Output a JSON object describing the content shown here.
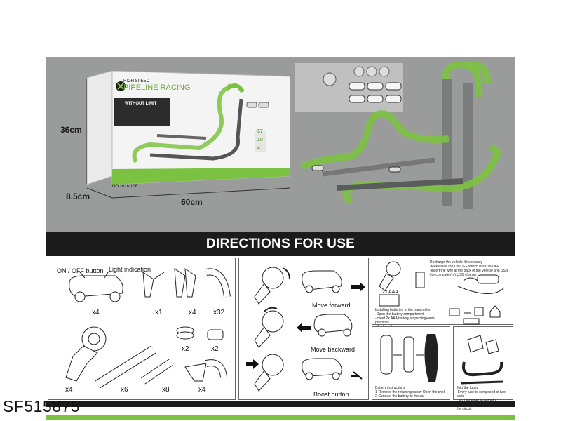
{
  "dimensions": {
    "height": "36cm",
    "depth": "8.5cm",
    "width": "60cm"
  },
  "box": {
    "brand_top": "HIGH SPEED",
    "brand_main_1": "PIPELINE",
    "brand_main_2": "RACING",
    "tagline": "WITHOUT LIMIT",
    "model": "NO.2618-106",
    "count_57": "57",
    "count_10": "10",
    "count_4": "4"
  },
  "directions": {
    "title": "DIRECTIONS FOR USE",
    "parts": {
      "on_off_label": "ON / OFF button",
      "light_label": "Light indication",
      "car_qty": "x4",
      "clip_qty": "x1",
      "connector_qty": "x4",
      "curve_qty": "x32",
      "ring_qty": "x2",
      "cap_qty": "x2",
      "remote_qty": "x4",
      "tube_long_qty": "x6",
      "tube_short_qty": "x8",
      "funnel_qty": "x4"
    },
    "controls": {
      "forward": "Move forward",
      "backward": "Move backward",
      "boost": "Boost button"
    },
    "battery": {
      "aaa": "2x AAA",
      "install_text": "Installing batteries in the transmitter\n-Open the battery compartment\n-Insert 2x AAA battery,respecting+and-polarities\n-Replace the cover",
      "recharge_text": "Recharge the vehicle if necessary\n-Make sure the ON/OFF switch is set to OFF\n-Insert the wire at the back of the vehicle and USB the computer(or) USB charger",
      "instructions_text": "Battery instructions\n1-Remove the retaining screw Open the shell\n2-Connect the battery to the car"
    },
    "tubes": {
      "join_text": "Join the tubes\n-Every tube is composed of two parts\n Clip it together to gather it\n-Once your tubes assembled build the circuit"
    }
  },
  "product_code": "SF515875",
  "colors": {
    "accent_green": "#7cc242",
    "header_black": "#1b1b1b",
    "photo_gray": "#9a9c9b"
  }
}
